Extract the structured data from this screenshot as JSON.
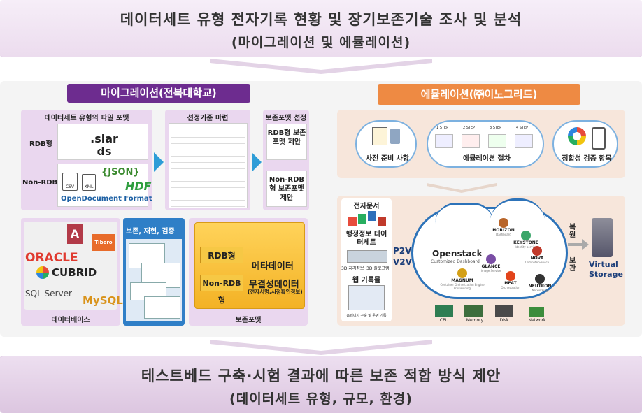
{
  "top_banner": {
    "line1": "데이터세트 유형 전자기록 현황 및 장기보존기술 조사 및 분석",
    "line2": "(마이그레이션 및 에뮬레이션)"
  },
  "migration": {
    "header": "마이그레이션(전북대학교)",
    "col1_title": "데이터세트 유형의 파일 포맷",
    "col2_title": "선정기준 마련",
    "col3_title": "보존포맷 선정",
    "rdb_label": "RDB형",
    "nonrdb_label": "Non-RDB형",
    "siard_text": ".siards",
    "format_icons": [
      "CSV",
      "XML",
      "{JSON}",
      "HDF",
      "OpenDocument Format"
    ],
    "rdb_box": "RDB형 보존포맷 제안",
    "nonrdb_box": "Non-RDB형 보존포맷 제안",
    "db_logos": [
      "ORACLE",
      "CUBRID",
      "SQL Server",
      "MySQL",
      "Tibero"
    ],
    "db_label": "데이터베이스",
    "process_label": "보존, 재현, 검증",
    "folder_rdb": "RDB형",
    "folder_nonrdb": "Non-RDB형",
    "folder_meta": "메타데이터",
    "folder_integrity": "무결성데이터",
    "folder_integrity_sub": "(전자서명,시점확인정보)",
    "folder_label": "보존포맷"
  },
  "emulation": {
    "header": "에뮬레이션(㈜이노그리드)",
    "prep": "사전 준비 사항",
    "procedure": "에뮬레이션 절차",
    "steps": [
      "1 STEP",
      "2 STEP",
      "3 STEP",
      "4 STEP"
    ],
    "verify": "정합성 검증 항목",
    "sources": {
      "electronic_docs": "전자문서",
      "admin_dataset": "행정정보 데이터세트",
      "gis": "3D 지리정보",
      "log": "3D 출로그램",
      "web": "웹 기록물",
      "web_caption": "홈페이지 구축 및 운영 기록"
    },
    "p2v": "P2V",
    "v2v": "V2V",
    "openstack": "Openstack",
    "openstack_sub": "Customized Dashboard",
    "services": [
      {
        "name": "HORIZON",
        "desc": "Dashboard"
      },
      {
        "name": "KEYSTONE",
        "desc": "Identity service"
      },
      {
        "name": "NOVA",
        "desc": "Compute Service"
      },
      {
        "name": "GLANCE",
        "desc": "Image Service"
      },
      {
        "name": "HEAT",
        "desc": "Orchestration"
      },
      {
        "name": "MAGNUM",
        "desc": "Container Orchestration Engine Provisioning"
      },
      {
        "name": "NEUTRON",
        "desc": "Networking"
      }
    ],
    "restore": "복원",
    "preserve": "보관",
    "virtual_storage": "Virtual Storage",
    "resources": [
      "CPU",
      "Memory",
      "Disk",
      "Network"
    ]
  },
  "bottom_banner": {
    "line1": "테스트베드 구축·시험 결과에 따른 보존 적합 방식 제안",
    "line2": "(데이터세트 유형, 규모, 환경)"
  },
  "colors": {
    "migration_header": "#6d2c8f",
    "emulation_header": "#ee8a43",
    "arrow": "#2e9dd7",
    "cloud": "#2d73b9"
  }
}
